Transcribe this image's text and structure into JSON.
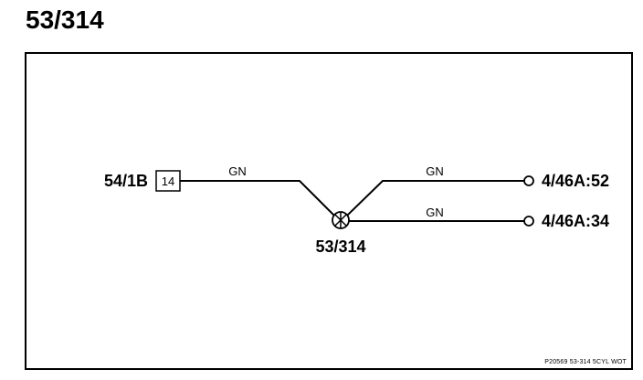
{
  "page_title": "53/314",
  "source_connector": {
    "label": "54/1B",
    "pin": "14"
  },
  "splice": {
    "label": "53/314"
  },
  "wires": [
    {
      "color_code": "GN"
    },
    {
      "color_code": "GN"
    },
    {
      "color_code": "GN"
    }
  ],
  "targets": [
    {
      "label": "4/46A:52"
    },
    {
      "label": "4/46A:34"
    }
  ],
  "footer_ref": "P20569  53-314  5CYL WOT"
}
